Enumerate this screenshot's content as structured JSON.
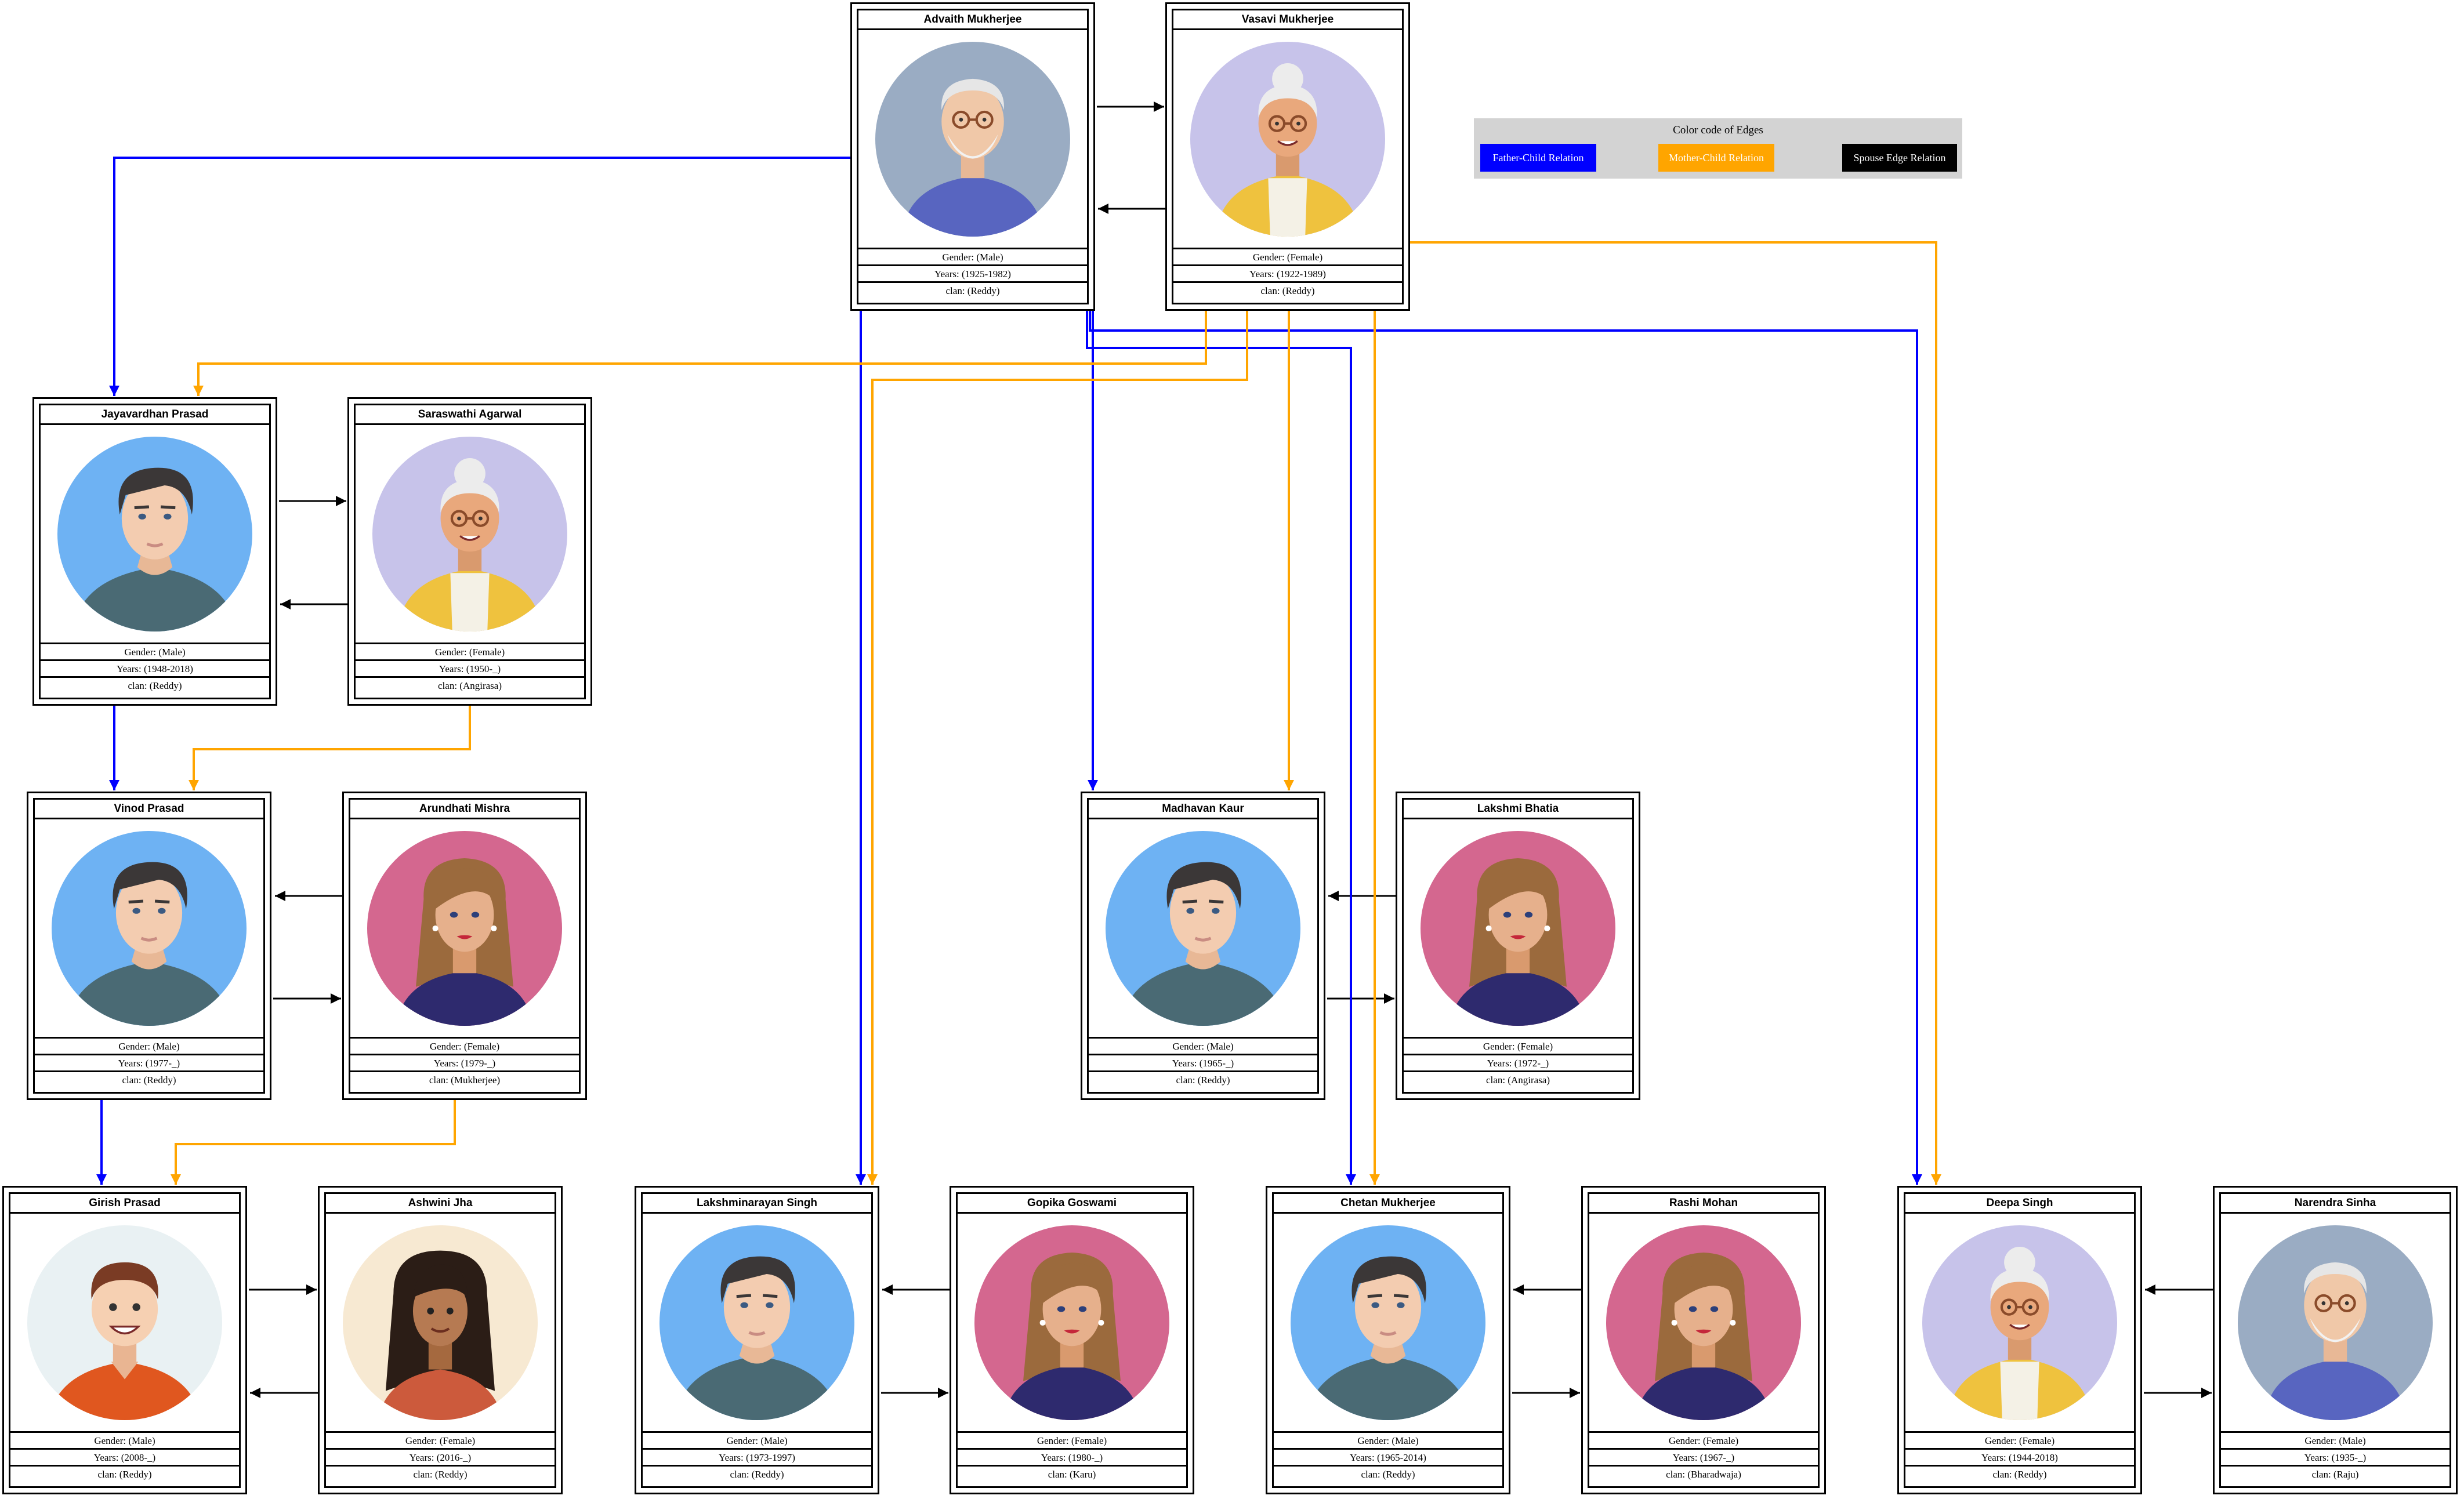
{
  "legend": {
    "title": "Color code of Edges",
    "father_child": "Father-Child Relation",
    "mother_child": "Mother-Child Relation",
    "spouse": "Spouse Edge Relation"
  },
  "colors": {
    "father_child": "#0000ff",
    "mother_child": "#ffa500",
    "spouse": "#000000",
    "legend_bg": "#d3d3d3"
  },
  "people": [
    {
      "id": "advaith",
      "name": "Advaith Mukherjee",
      "gender": "Gender: (Male)",
      "years": "Years: (1925-1982)",
      "clan": "clan: (Reddy)",
      "avatar": "elderly-man"
    },
    {
      "id": "vasavi",
      "name": "Vasavi Mukherjee",
      "gender": "Gender: (Female)",
      "years": "Years: (1922-1989)",
      "clan": "clan: (Reddy)",
      "avatar": "elderly-woman"
    },
    {
      "id": "jayavardhan",
      "name": "Jayavardhan Prasad",
      "gender": "Gender: (Male)",
      "years": "Years: (1948-2018)",
      "clan": "clan: (Reddy)",
      "avatar": "man"
    },
    {
      "id": "saraswathi",
      "name": "Saraswathi Agarwal",
      "gender": "Gender: (Female)",
      "years": "Years: (1950-_)",
      "clan": "clan: (Angirasa)",
      "avatar": "elderly-woman"
    },
    {
      "id": "vinod",
      "name": "Vinod Prasad",
      "gender": "Gender: (Male)",
      "years": "Years: (1977-_)",
      "clan": "clan: (Reddy)",
      "avatar": "man"
    },
    {
      "id": "arundhati",
      "name": "Arundhati Mishra",
      "gender": "Gender: (Female)",
      "years": "Years: (1979-_)",
      "clan": "clan: (Mukherjee)",
      "avatar": "woman"
    },
    {
      "id": "madhavan",
      "name": "Madhavan Kaur",
      "gender": "Gender: (Male)",
      "years": "Years: (1965-_)",
      "clan": "clan: (Reddy)",
      "avatar": "man"
    },
    {
      "id": "lakshmi",
      "name": "Lakshmi Bhatia",
      "gender": "Gender: (Female)",
      "years": "Years: (1972-_)",
      "clan": "clan: (Angirasa)",
      "avatar": "woman"
    },
    {
      "id": "girish",
      "name": "Girish Prasad",
      "gender": "Gender: (Male)",
      "years": "Years: (2008-_)",
      "clan": "clan: (Reddy)",
      "avatar": "boy"
    },
    {
      "id": "ashwini",
      "name": "Ashwini Jha",
      "gender": "Gender: (Female)",
      "years": "Years: (2016-_)",
      "clan": "clan: (Reddy)",
      "avatar": "girl"
    },
    {
      "id": "lakshminarayan",
      "name": "Lakshminarayan Singh",
      "gender": "Gender: (Male)",
      "years": "Years: (1973-1997)",
      "clan": "clan: (Reddy)",
      "avatar": "man"
    },
    {
      "id": "gopika",
      "name": "Gopika Goswami",
      "gender": "Gender: (Female)",
      "years": "Years: (1980-_)",
      "clan": "clan: (Karu)",
      "avatar": "woman"
    },
    {
      "id": "chetan",
      "name": "Chetan Mukherjee",
      "gender": "Gender: (Male)",
      "years": "Years: (1965-2014)",
      "clan": "clan: (Reddy)",
      "avatar": "man"
    },
    {
      "id": "rashi",
      "name": "Rashi Mohan",
      "gender": "Gender: (Female)",
      "years": "Years: (1967-_)",
      "clan": "clan: (Bharadwaja)",
      "avatar": "woman"
    },
    {
      "id": "deepa",
      "name": "Deepa Singh",
      "gender": "Gender: (Female)",
      "years": "Years: (1944-2018)",
      "clan": "clan: (Reddy)",
      "avatar": "elderly-woman"
    },
    {
      "id": "narendra",
      "name": "Narendra Sinha",
      "gender": "Gender: (Male)",
      "years": "Years: (1935-_)",
      "clan": "clan: (Raju)",
      "avatar": "elderly-man"
    }
  ],
  "relations": [
    {
      "type": "spouse",
      "from": "advaith",
      "to": "vasavi"
    },
    {
      "type": "spouse",
      "from": "vasavi",
      "to": "advaith"
    },
    {
      "type": "spouse",
      "from": "jayavardhan",
      "to": "saraswathi"
    },
    {
      "type": "spouse",
      "from": "saraswathi",
      "to": "jayavardhan"
    },
    {
      "type": "spouse",
      "from": "arundhati",
      "to": "vinod"
    },
    {
      "type": "spouse",
      "from": "vinod",
      "to": "arundhati"
    },
    {
      "type": "spouse",
      "from": "lakshmi",
      "to": "madhavan"
    },
    {
      "type": "spouse",
      "from": "madhavan",
      "to": "lakshmi"
    },
    {
      "type": "spouse",
      "from": "girish",
      "to": "ashwini"
    },
    {
      "type": "spouse",
      "from": "ashwini",
      "to": "girish"
    },
    {
      "type": "spouse",
      "from": "gopika",
      "to": "lakshminarayan"
    },
    {
      "type": "spouse",
      "from": "lakshminarayan",
      "to": "gopika"
    },
    {
      "type": "spouse",
      "from": "rashi",
      "to": "chetan"
    },
    {
      "type": "spouse",
      "from": "chetan",
      "to": "rashi"
    },
    {
      "type": "spouse",
      "from": "narendra",
      "to": "deepa"
    },
    {
      "type": "spouse",
      "from": "deepa",
      "to": "narendra"
    },
    {
      "type": "father_child",
      "from": "advaith",
      "to": "jayavardhan"
    },
    {
      "type": "father_child",
      "from": "advaith",
      "to": "lakshminarayan"
    },
    {
      "type": "father_child",
      "from": "advaith",
      "to": "madhavan"
    },
    {
      "type": "father_child",
      "from": "advaith",
      "to": "chetan"
    },
    {
      "type": "father_child",
      "from": "advaith",
      "to": "deepa"
    },
    {
      "type": "mother_child",
      "from": "vasavi",
      "to": "jayavardhan"
    },
    {
      "type": "mother_child",
      "from": "vasavi",
      "to": "lakshminarayan"
    },
    {
      "type": "mother_child",
      "from": "vasavi",
      "to": "madhavan"
    },
    {
      "type": "mother_child",
      "from": "vasavi",
      "to": "chetan"
    },
    {
      "type": "mother_child",
      "from": "vasavi",
      "to": "deepa"
    },
    {
      "type": "father_child",
      "from": "jayavardhan",
      "to": "vinod"
    },
    {
      "type": "mother_child",
      "from": "saraswathi",
      "to": "vinod"
    },
    {
      "type": "father_child",
      "from": "vinod",
      "to": "girish"
    },
    {
      "type": "mother_child",
      "from": "arundhati",
      "to": "girish"
    }
  ]
}
